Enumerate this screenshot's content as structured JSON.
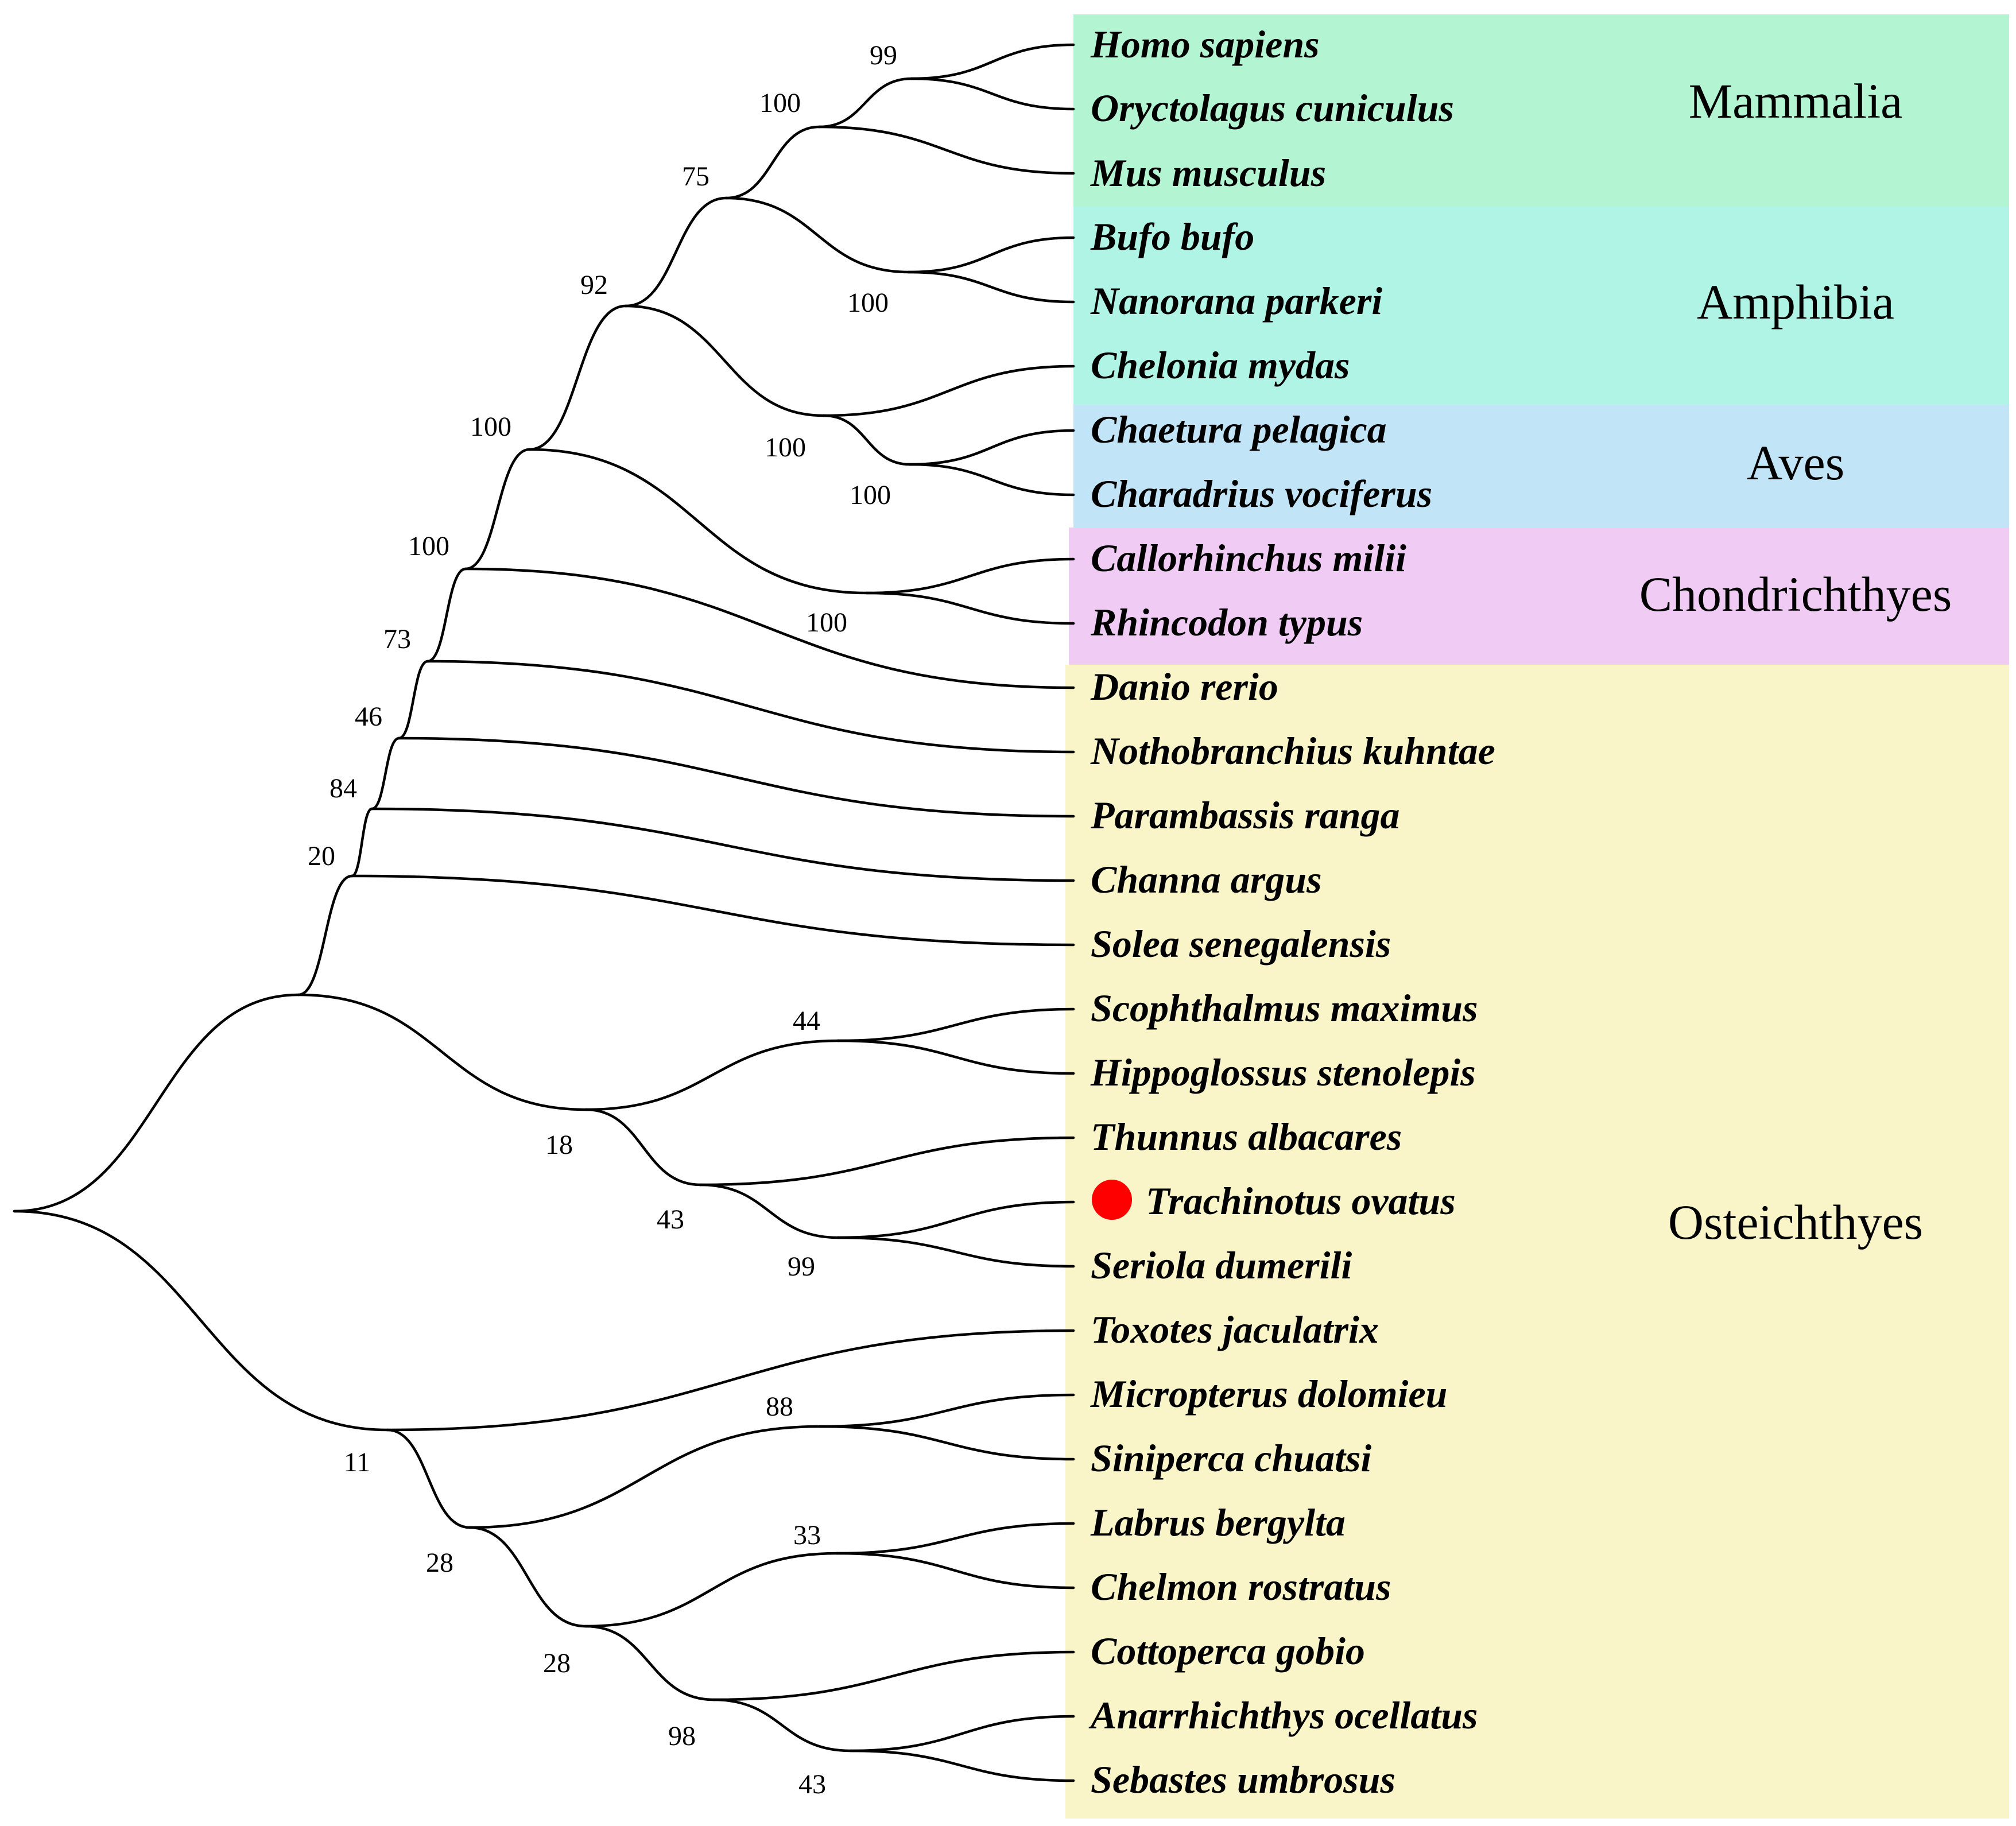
{
  "taxa": [
    "Homo sapiens",
    "Oryctolagus cuniculus",
    "Mus musculus",
    "Bufo bufo",
    "Nanorana parkeri",
    "Chelonia mydas",
    "Chaetura pelagica",
    "Charadrius vociferus",
    "Callorhinchus milii",
    "Rhincodon typus",
    "Danio rerio",
    "Nothobranchius kuhntae",
    "Parambassis ranga",
    "Channa argus",
    "Solea senegalensis",
    "Scophthalmus maximus",
    "Hippoglossus stenolepis",
    "Thunnus albacares",
    "Trachinotus ovatus",
    "Seriola dumerili",
    "Toxotes jaculatrix",
    "Micropterus dolomieu",
    "Siniperca chuatsi",
    "Labrus bergylta",
    "Chelmon rostratus",
    "Cottoperca gobio",
    "Anarrhichthys ocellatus",
    "Sebastes umbrosus"
  ],
  "highlighted_taxon": "Trachinotus ovatus",
  "highlight_color": "#ff0000",
  "groups": [
    {
      "name": "Mammalia",
      "color": "#b3f5d2"
    },
    {
      "name": "Amphibia",
      "color": "#b0f4e6"
    },
    {
      "name": "Aves",
      "color": "#c1e5f6"
    },
    {
      "name": "Chondrichthyes",
      "color": "#f0ccf5"
    },
    {
      "name": "Osteichthyes",
      "color": "#faf5c8"
    }
  ],
  "support": {
    "homo_oryctolagus": "99",
    "mammals": "100",
    "tetrapod_split": "75",
    "bufo_nanorana": "100",
    "clade_92": "92",
    "chelonia_birds": "100",
    "chaetura_charadrius": "100",
    "clade_100a": "100",
    "callorhinchus_rhincodon": "100",
    "clade_100b": "100",
    "clade_73": "73",
    "clade_46": "46",
    "clade_84": "84",
    "clade_20": "20",
    "scophthalmus_hippoglossus": "44",
    "clade_18": "18",
    "clade_43a": "43",
    "trachinotus_seriola": "99",
    "clade_11": "11",
    "micropterus_siniperca": "88",
    "clade_28a": "28",
    "labrus_chelmon": "33",
    "clade_28b": "28",
    "clade_98": "98",
    "anarrhichthys_sebastes": "43"
  }
}
